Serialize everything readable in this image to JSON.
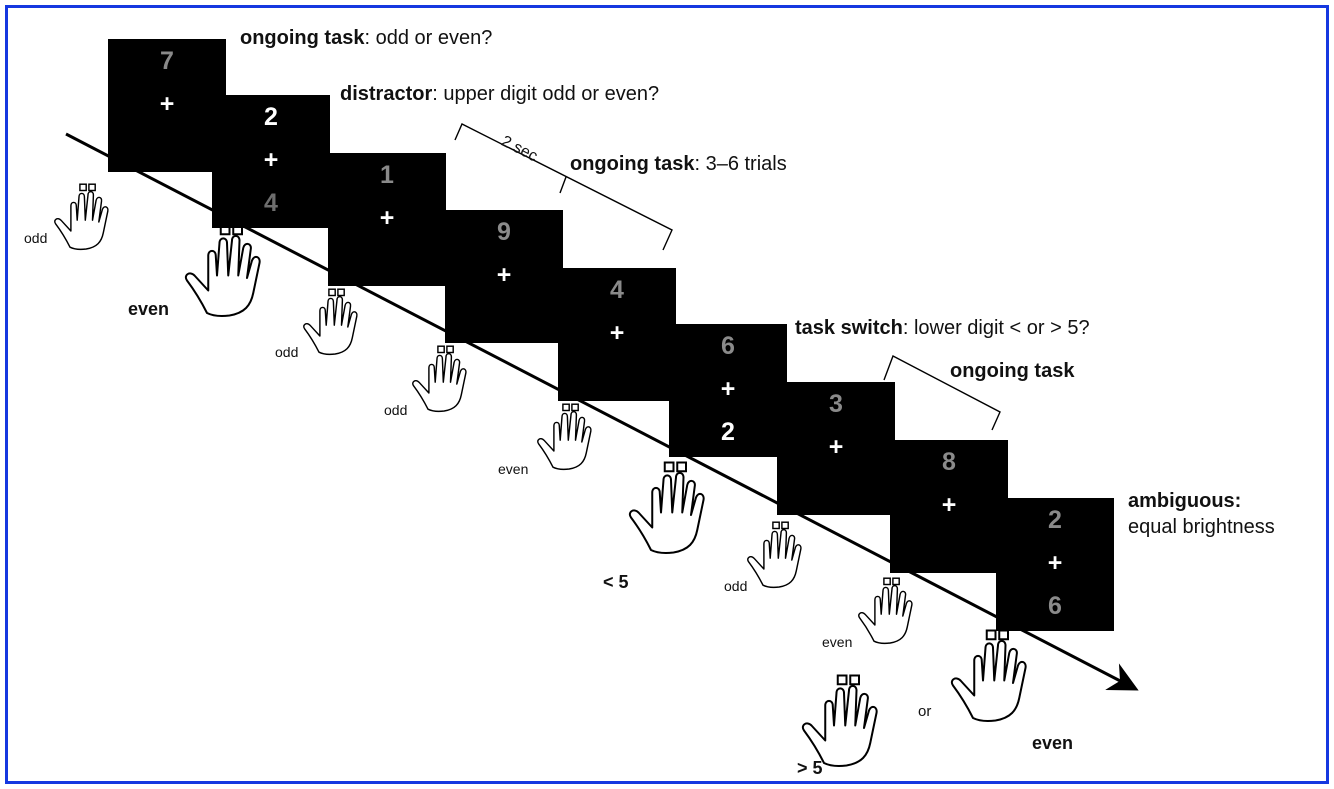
{
  "trials": [
    {
      "top": "7",
      "bottom": "",
      "top_color": "#8a8a8a",
      "bottom_color": "#8a8a8a",
      "response": "odd"
    },
    {
      "top": "2",
      "bottom": "4",
      "top_color": "#ffffff",
      "bottom_color": "#6e6e6e",
      "response": "even"
    },
    {
      "top": "1",
      "bottom": "",
      "top_color": "#8a8a8a",
      "bottom_color": "#8a8a8a",
      "response": "odd"
    },
    {
      "top": "9",
      "bottom": "",
      "top_color": "#8a8a8a",
      "bottom_color": "#8a8a8a",
      "response": "odd"
    },
    {
      "top": "4",
      "bottom": "",
      "top_color": "#8a8a8a",
      "bottom_color": "#8a8a8a",
      "response": "even"
    },
    {
      "top": "6",
      "bottom": "2",
      "top_color": "#8a8a8a",
      "bottom_color": "#ffffff",
      "response": "< 5"
    },
    {
      "top": "3",
      "bottom": "",
      "top_color": "#8a8a8a",
      "bottom_color": "#8a8a8a",
      "response": "odd"
    },
    {
      "top": "8",
      "bottom": "",
      "top_color": "#8a8a8a",
      "bottom_color": "#8a8a8a",
      "response": "even"
    },
    {
      "top": "2",
      "bottom": "6",
      "top_color": "#8a8a8a",
      "bottom_color": "#8a8a8a",
      "response": ""
    }
  ],
  "cross": "+",
  "labels": {
    "ongoing1_bold": "ongoing task",
    "ongoing1_rest": ": odd or even?",
    "distractor_bold": "distractor",
    "distractor_rest": ": upper digit odd or even?",
    "duration": "2 sec",
    "ongoing2_bold": "ongoing task",
    "ongoing2_rest": ": 3–6 trials",
    "switch_bold": "task switch",
    "switch_rest": ": lower digit < or > 5?",
    "ongoing3_bold": "ongoing task",
    "ambiguous_bold": "ambiguous:",
    "ambiguous_rest": "equal brightness"
  },
  "final_response": {
    "left": "> 5",
    "or": "or",
    "right": "even"
  },
  "colors": {
    "frame": "#1538e0",
    "stimulus_bg": "#000000"
  }
}
